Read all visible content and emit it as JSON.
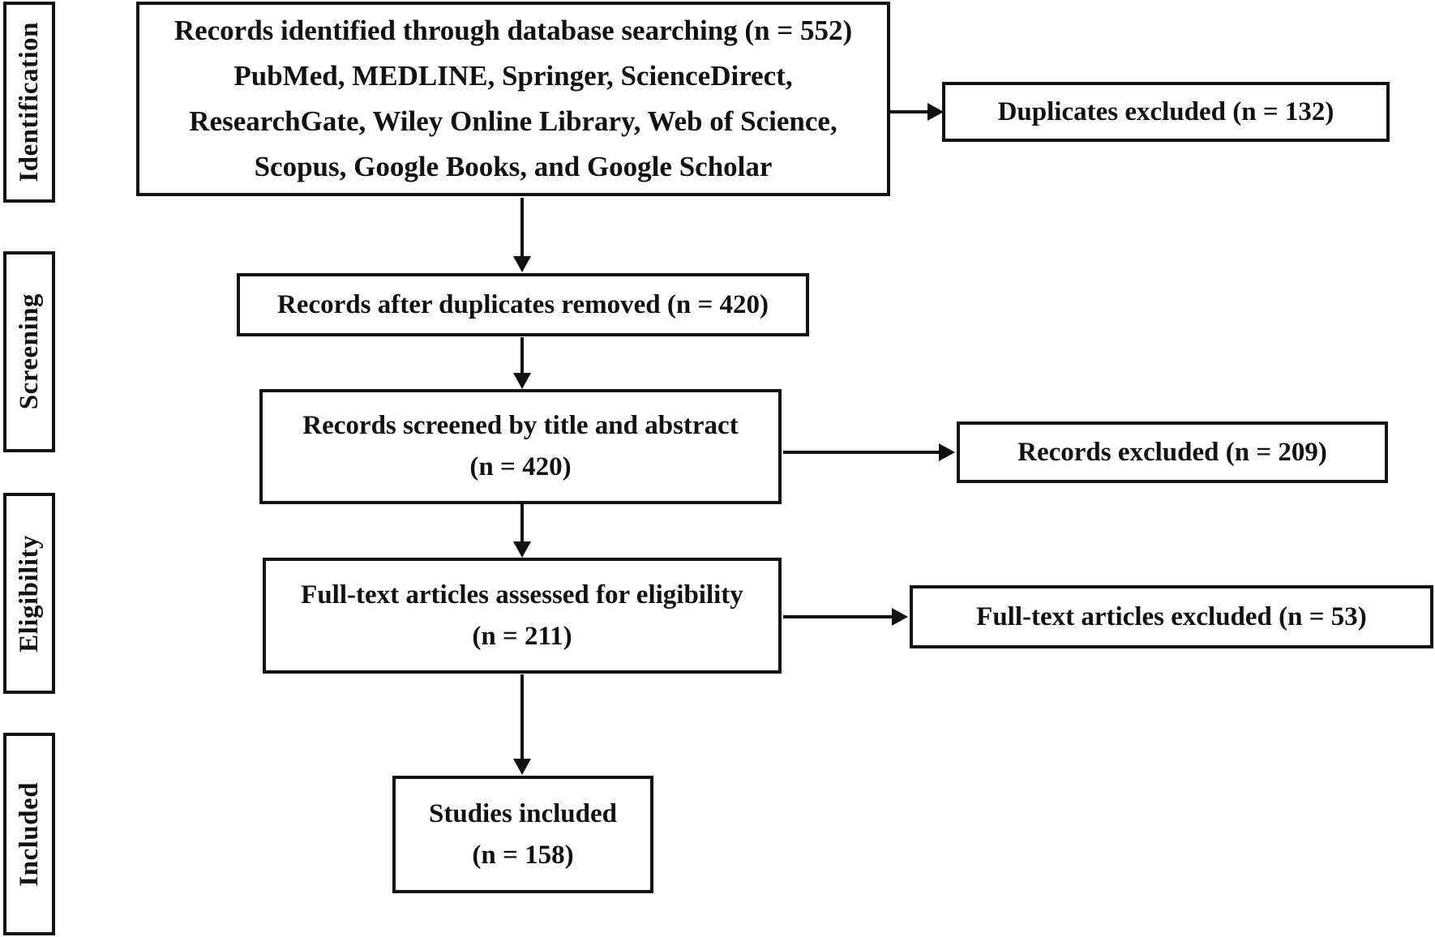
{
  "diagram": {
    "title": "PRISMA study selection flow diagram",
    "line_color": "#111111",
    "background": "#ffffff"
  },
  "stages": [
    {
      "id": "identification",
      "label": "Identification"
    },
    {
      "id": "screening",
      "label": "Screening"
    },
    {
      "id": "eligibility",
      "label": "Eligibility"
    },
    {
      "id": "included",
      "label": "Included"
    }
  ],
  "boxes": {
    "identified": {
      "lines": [
        "Records identified through database searching (n = 552)",
        "PubMed, MEDLINE, Springer, ScienceDirect,",
        "ResearchGate, Wiley Online Library, Web of Science,",
        "Scopus, Google Books, and Google Scholar"
      ],
      "count": 552
    },
    "duplicates_excluded": {
      "lines": [
        "Duplicates excluded (n = 132)"
      ],
      "count": 132
    },
    "after_duplicates": {
      "lines": [
        "Records after duplicates removed (n = 420)"
      ],
      "count": 420
    },
    "screened": {
      "lines": [
        "Records screened by title and abstract",
        "(n = 420)"
      ],
      "count": 420
    },
    "records_excluded": {
      "lines": [
        "Records excluded (n = 209)"
      ],
      "count": 209
    },
    "fulltext_assessed": {
      "lines": [
        "Full-text articles assessed for eligibility",
        "(n = 211)"
      ],
      "count": 211
    },
    "fulltext_excluded": {
      "lines": [
        "Full-text articles excluded (n = 53)"
      ],
      "count": 53
    },
    "studies_included": {
      "lines": [
        "Studies included",
        "(n = 158)"
      ],
      "count": 158
    }
  },
  "chart_data": {
    "type": "diagram",
    "title": "PRISMA flow diagram",
    "nodes": [
      {
        "id": "identified",
        "stage": "Identification",
        "label": "Records identified through database searching",
        "n": 552
      },
      {
        "id": "duplicates_excluded",
        "stage": "Identification",
        "label": "Duplicates excluded",
        "n": 132
      },
      {
        "id": "after_duplicates",
        "stage": "Screening",
        "label": "Records after duplicates removed",
        "n": 420
      },
      {
        "id": "screened",
        "stage": "Screening",
        "label": "Records screened by title and abstract",
        "n": 420
      },
      {
        "id": "records_excluded",
        "stage": "Screening",
        "label": "Records excluded",
        "n": 209
      },
      {
        "id": "fulltext_assessed",
        "stage": "Eligibility",
        "label": "Full-text articles assessed for eligibility",
        "n": 211
      },
      {
        "id": "fulltext_excluded",
        "stage": "Eligibility",
        "label": "Full-text articles excluded",
        "n": 53
      },
      {
        "id": "studies_included",
        "stage": "Included",
        "label": "Studies included",
        "n": 158
      }
    ],
    "edges": [
      {
        "from": "identified",
        "to": "duplicates_excluded",
        "direction": "right"
      },
      {
        "from": "identified",
        "to": "after_duplicates",
        "direction": "down"
      },
      {
        "from": "after_duplicates",
        "to": "screened",
        "direction": "down"
      },
      {
        "from": "screened",
        "to": "records_excluded",
        "direction": "right"
      },
      {
        "from": "screened",
        "to": "fulltext_assessed",
        "direction": "down"
      },
      {
        "from": "fulltext_assessed",
        "to": "fulltext_excluded",
        "direction": "right"
      },
      {
        "from": "fulltext_assessed",
        "to": "studies_included",
        "direction": "down"
      }
    ],
    "databases": [
      "PubMed",
      "MEDLINE",
      "Springer",
      "ScienceDirect",
      "ResearchGate",
      "Wiley Online Library",
      "Web of Science",
      "Scopus",
      "Google Books",
      "Google Scholar"
    ]
  }
}
